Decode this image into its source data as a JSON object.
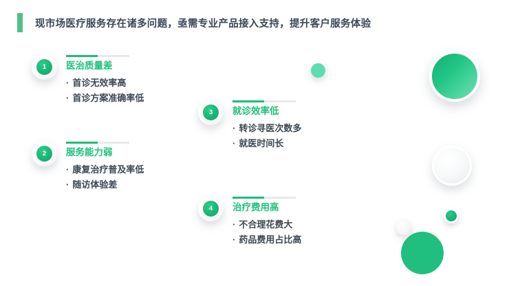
{
  "header": {
    "title": "现市场医疗服务存在诸多问题，亟需专业产品接入支持，提升客户服务体验",
    "accent_color": "#4fc184"
  },
  "theme": {
    "background": "#ffffff",
    "accent_green": "#1fc17d",
    "deep_green": "#10a066",
    "mint_green": "#5fdcb2",
    "flat_green": "#21bf7f",
    "title_text": "#3c4858",
    "bullet_text": "#3d4852",
    "rule_gray": "#e7e9ea"
  },
  "problems": [
    {
      "number": "1",
      "title": "医治质量差",
      "bullets": [
        "首诊无效率高",
        "首诊方案准确率低"
      ]
    },
    {
      "number": "2",
      "title": "服务能力弱",
      "bullets": [
        "康复治疗普及率低",
        "随访体验差"
      ]
    },
    {
      "number": "3",
      "title": "就诊效率低",
      "bullets": [
        "转诊寻医次数多",
        "就医时间长"
      ]
    },
    {
      "number": "4",
      "title": "治疗费用高",
      "bullets": [
        "不合理花费大",
        "药品费用占比高"
      ]
    }
  ],
  "bullet_marker": "·",
  "decorations": [
    {
      "name": "green-gradient-sphere-large",
      "color": "#21c684"
    },
    {
      "name": "white-sphere-medium",
      "color": "#f7f8f9"
    },
    {
      "name": "green-sphere-small",
      "color": "#17b274"
    },
    {
      "name": "green-circle-flat",
      "color": "#21bf7f"
    },
    {
      "name": "white-circle-small",
      "color": "#f4f5f6"
    },
    {
      "name": "mint-circle-small",
      "color": "#5fdcb2"
    }
  ]
}
